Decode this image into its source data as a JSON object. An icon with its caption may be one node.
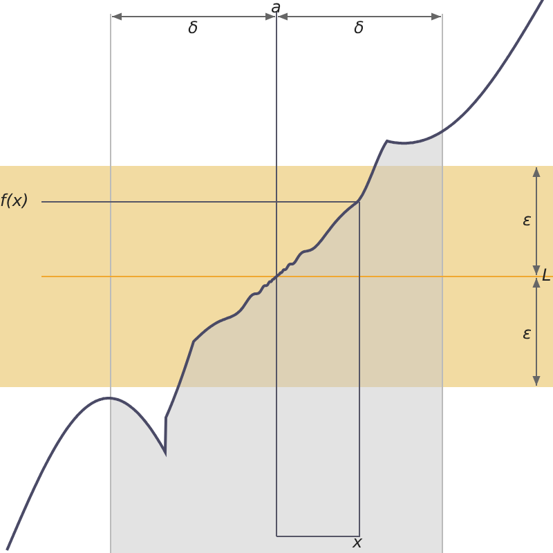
{
  "diagram": {
    "labels": [
      "a",
      "δ",
      "δ",
      "f(x)",
      "ε",
      "L",
      "ε",
      "x"
    ]
  }
}
